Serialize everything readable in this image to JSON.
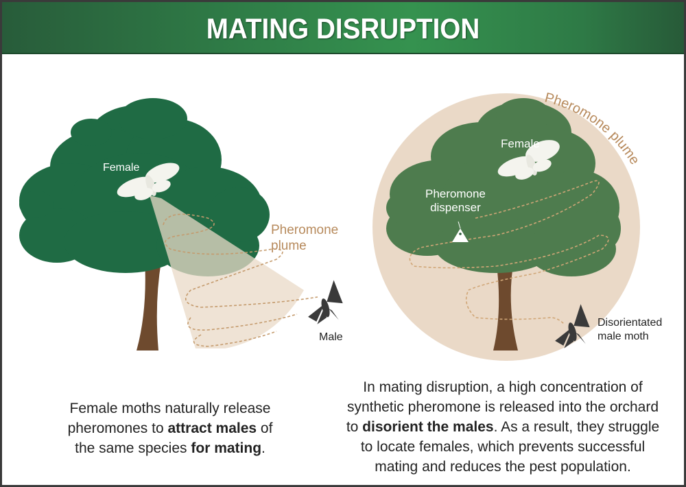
{
  "title": "MATING DISRUPTION",
  "colors": {
    "banner": "#2f7d47",
    "tree_left": "#1f6b44",
    "tree_right": "#4e7c4e",
    "trunk": "#6e4a2e",
    "plume": "#ead9c7",
    "plume_text": "#b78a5c"
  },
  "left_panel": {
    "female_label": "Female",
    "plume_label_1": "Pheromone",
    "plume_label_2": "plume",
    "male_label": "Male",
    "caption": {
      "line1": "Female moths naturally release",
      "line2_pre": "pheromones to ",
      "line2_bold": "attract males",
      "line2_post": " of",
      "line3_pre": "the same species ",
      "line3_bold": "for mating",
      "line3_post": "."
    }
  },
  "right_panel": {
    "plume_label": "Pheromone plume",
    "female_label": "Female",
    "dispenser_label_1": "Pheromone",
    "dispenser_label_2": "dispenser",
    "male_label_1": "Disorientated",
    "male_label_2": "male moth",
    "caption": {
      "line1": "In mating disruption, a high concentration of",
      "line2": "synthetic pheromone is released into the orchard",
      "line3_pre": "to ",
      "line3_bold": "disorient the males",
      "line3_post": ". As a result, they struggle",
      "line4": "to locate females, which prevents successful",
      "line5": "mating and reduces the pest population."
    }
  }
}
